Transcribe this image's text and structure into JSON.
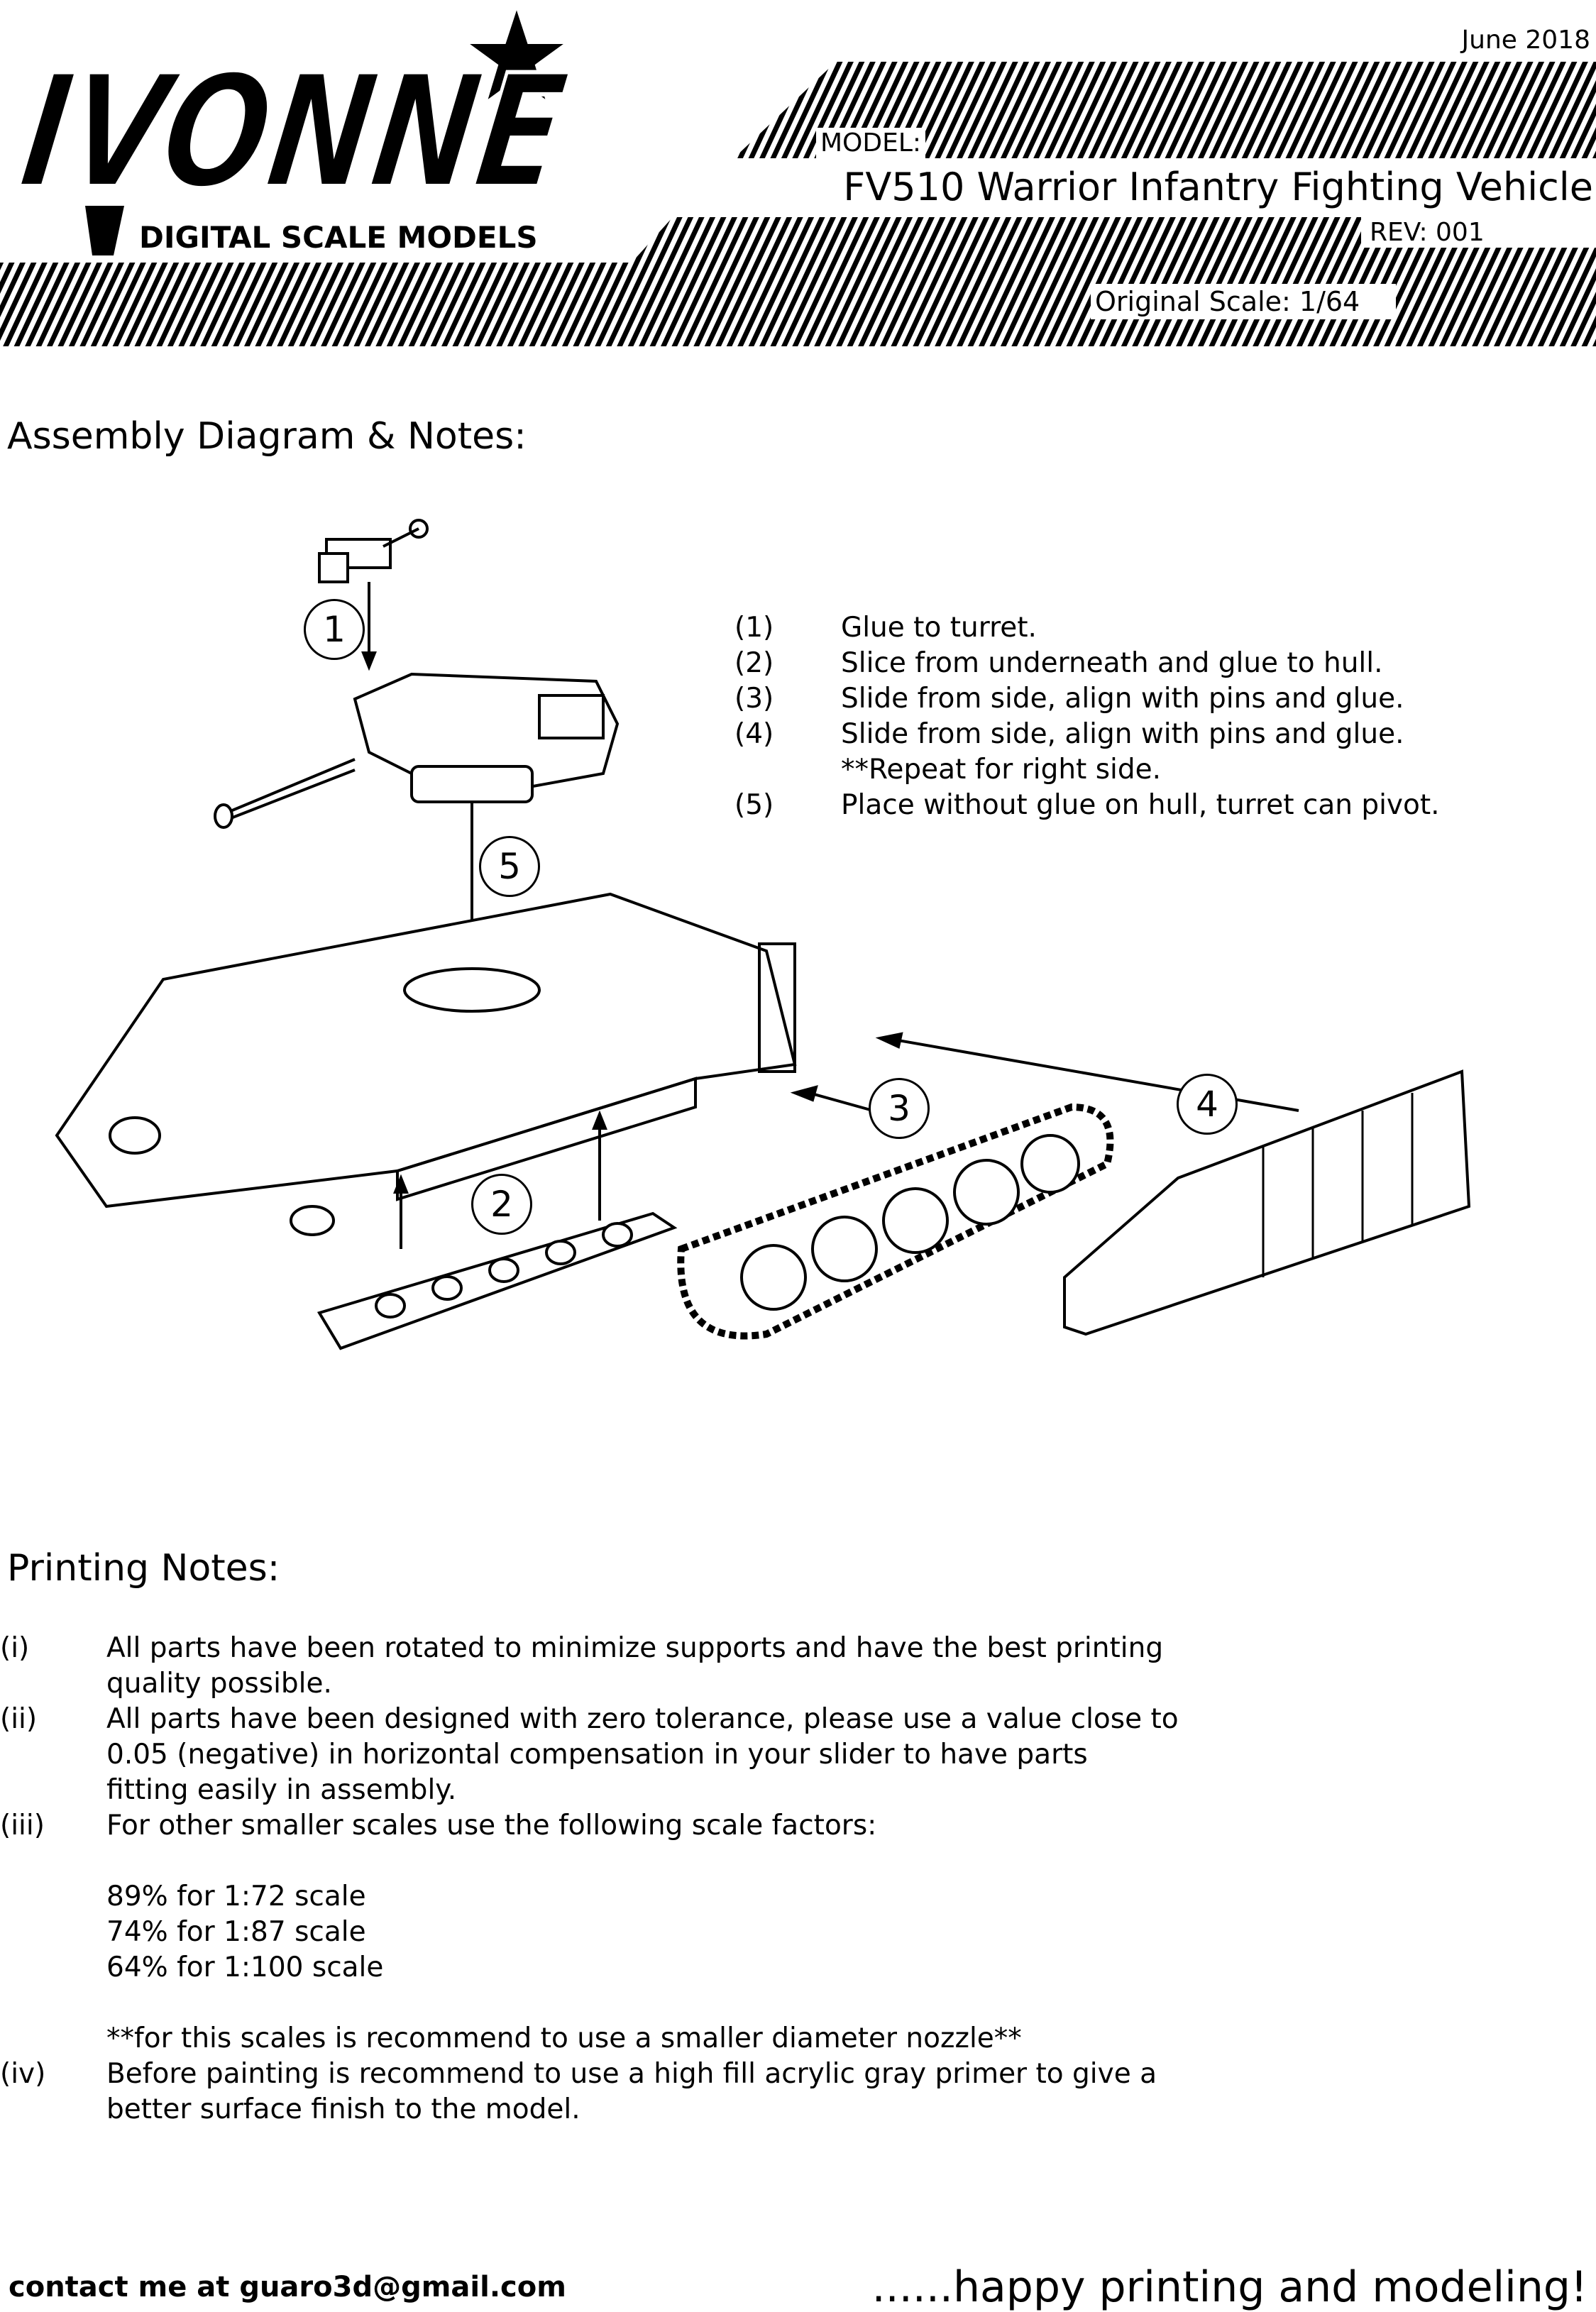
{
  "header": {
    "date": "June 2018",
    "logo_text": "IVONNE",
    "logo_subtitle": "DIGITAL SCALE MODELS",
    "model_label": "MODEL:",
    "model_name": "FV510 Warrior Infantry Fighting Vehicle",
    "revision": "REV: 001",
    "original_scale": "Original Scale: 1/64"
  },
  "assembly": {
    "heading": "Assembly Diagram & Notes:",
    "callouts": [
      "1",
      "2",
      "3",
      "4",
      "5"
    ],
    "notes": [
      {
        "num": "(1)",
        "text": "Glue to turret."
      },
      {
        "num": "(2)",
        "text": "Slice from underneath and glue to hull."
      },
      {
        "num": "(3)",
        "text": "Slide from side, align with pins and glue."
      },
      {
        "num": "(4)",
        "text": "Slide from side, align with pins and glue."
      },
      {
        "num": "",
        "text": "**Repeat for right side."
      },
      {
        "num": "(5)",
        "text": "Place without glue on hull, turret can pivot."
      }
    ]
  },
  "printing": {
    "heading": "Printing Notes:",
    "lines": [
      {
        "num": "(i)",
        "text": "All parts have been rotated to minimize supports and have the best printing"
      },
      {
        "num": "",
        "text": "quality possible."
      },
      {
        "num": "(ii)",
        "text": "All parts have been designed with zero tolerance, please use a value close to"
      },
      {
        "num": "",
        "text": "0.05 (negative) in horizontal compensation in your slider to have parts"
      },
      {
        "num": "",
        "text": "fitting easily in assembly."
      },
      {
        "num": "(iii)",
        "text": "For other smaller scales use the following scale factors:"
      },
      {
        "num": "",
        "text": ""
      },
      {
        "num": "",
        "text": "89% for 1:72 scale"
      },
      {
        "num": "",
        "text": "74% for 1:87 scale"
      },
      {
        "num": "",
        "text": "64% for 1:100 scale"
      },
      {
        "num": "",
        "text": ""
      },
      {
        "num": "",
        "text": "**for this scales is recommend to use a smaller diameter nozzle**"
      },
      {
        "num": "(iv)",
        "text": "Before painting is recommend to use a high fill acrylic gray primer to give a"
      },
      {
        "num": "",
        "text": "better surface finish to the model."
      }
    ]
  },
  "footer": {
    "contact": "contact me at guaro3d@gmail.com",
    "signoff": "......happy printing and modeling!"
  }
}
